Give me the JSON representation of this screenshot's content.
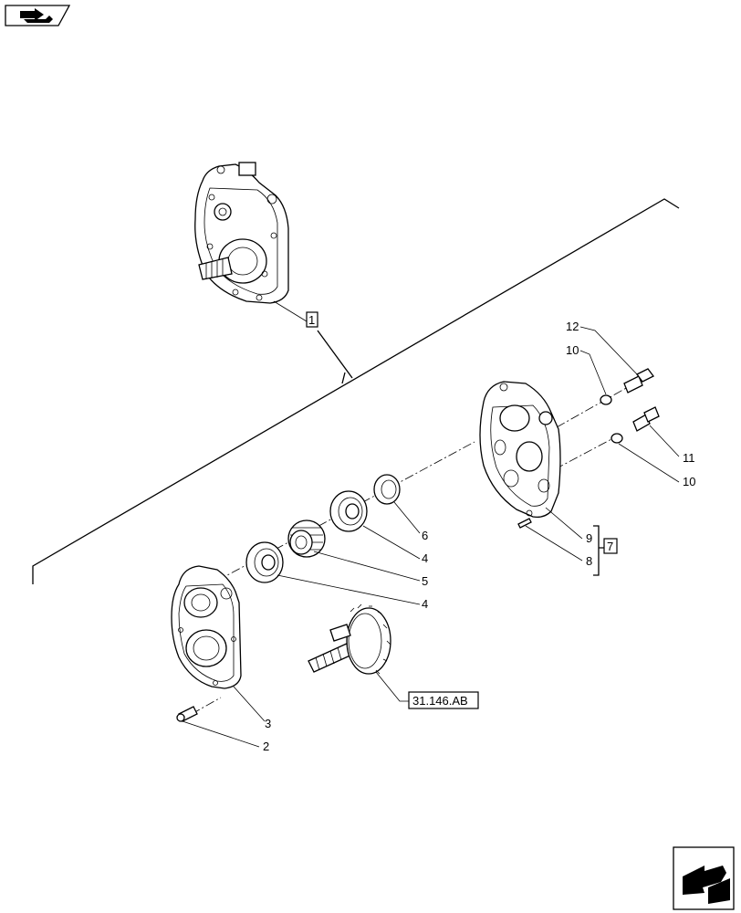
{
  "callouts": {
    "c1": "1",
    "c2": "2",
    "c3": "3",
    "c4a": "4",
    "c4b": "4",
    "c5": "5",
    "c6": "6",
    "c7": "7",
    "c8": "8",
    "c9": "9",
    "c10a": "10",
    "c10b": "10",
    "c11": "11",
    "c12": "12",
    "ref": "31.146.AB"
  }
}
